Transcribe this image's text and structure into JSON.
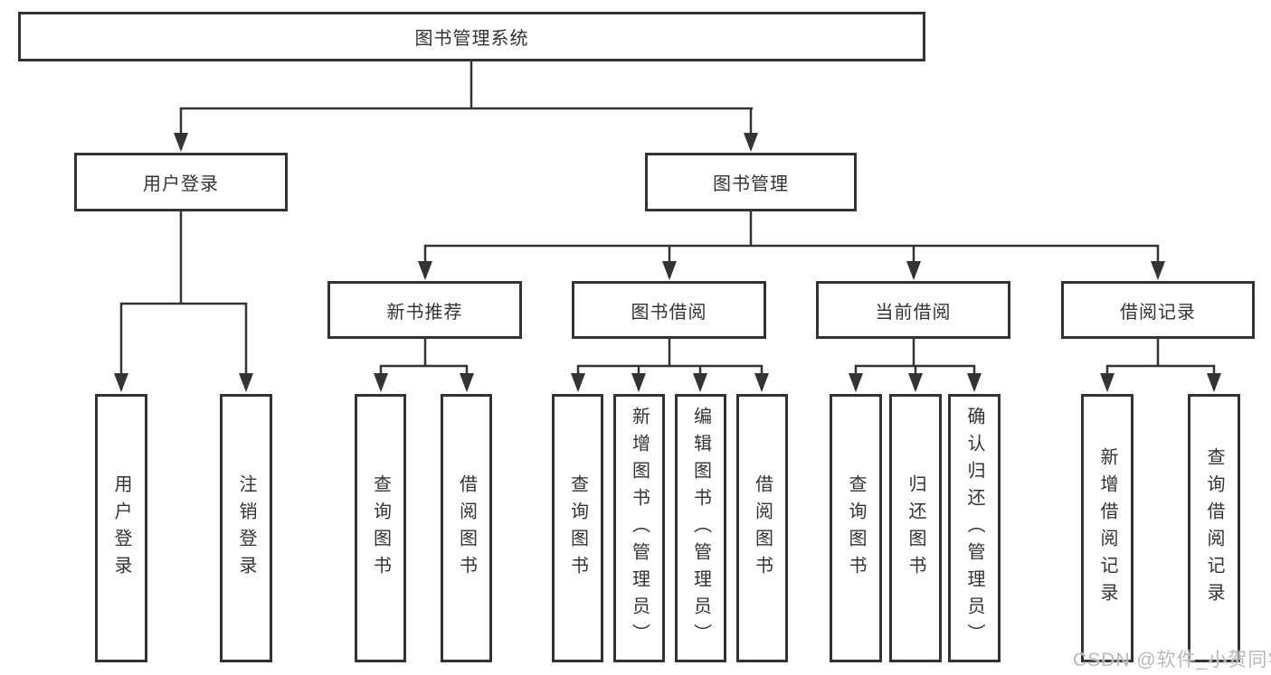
{
  "diagram": {
    "root": {
      "label": "图书管理系统"
    },
    "user_branch": {
      "label": "用户登录",
      "children": [
        {
          "label": "用户登录"
        },
        {
          "label": "注销登录"
        }
      ]
    },
    "mgmt_branch": {
      "label": "图书管理",
      "groups": [
        {
          "label": "新书推荐",
          "children": [
            {
              "label": "查询图书"
            },
            {
              "label": "借阅图书"
            }
          ]
        },
        {
          "label": "图书借阅",
          "children": [
            {
              "label": "查询图书"
            },
            {
              "label": "新增图书（管理员）"
            },
            {
              "label": "编辑图书（管理员）"
            },
            {
              "label": "借阅图书"
            }
          ]
        },
        {
          "label": "当前借阅",
          "children": [
            {
              "label": "查询图书"
            },
            {
              "label": "归还图书"
            },
            {
              "label": "确认归还（管理员）"
            }
          ]
        },
        {
          "label": "借阅记录",
          "children": [
            {
              "label": "新增借阅记录"
            },
            {
              "label": "查询借阅记录"
            }
          ]
        }
      ]
    },
    "watermark": "CSDN @软件_小贺同学",
    "colors": {
      "line": "#333333",
      "text": "#333333",
      "watermark": "#b9b9b9",
      "background": "#ffffff"
    }
  }
}
